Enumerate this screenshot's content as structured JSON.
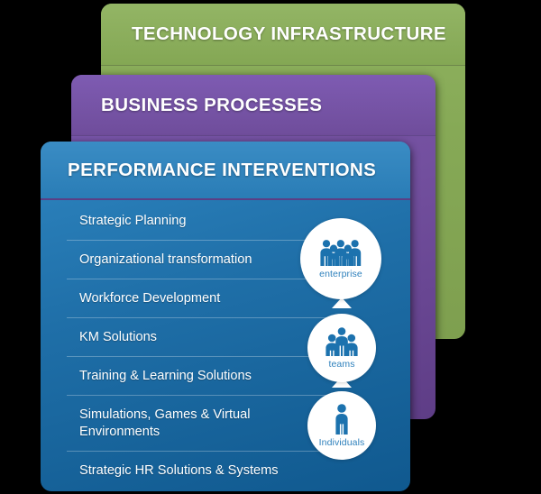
{
  "diagram": {
    "title_stack": [
      "TECHNOLOGY INFRASTRUCTURE",
      "BUSINESS PROCESSES",
      "PERFORMANCE  INTERVENTIONS"
    ],
    "colors": {
      "green": "#86A956",
      "purple": "#73509F",
      "blue": "#2078B0",
      "blue_header": "#2F80BA",
      "bubble_fill": "#FFFFFF",
      "bubble_label": "#2E80BC",
      "icon_blue": "#1C72AE",
      "background": "#000000"
    }
  },
  "cards": {
    "technology": {
      "title": "TECHNOLOGY INFRASTRUCTURE"
    },
    "business": {
      "title": "BUSINESS PROCESSES"
    },
    "performance": {
      "title": "PERFORMANCE  INTERVENTIONS",
      "items": [
        "Strategic Planning",
        "Organizational transformation",
        "Workforce Development",
        "KM Solutions",
        "Training & Learning Solutions",
        "Simulations, Games & Virtual Environments",
        "Strategic HR Solutions & Systems"
      ]
    }
  },
  "scale_bubbles": [
    {
      "label": "enterprise",
      "icon": "group-of-five-people-icon",
      "figures": 5
    },
    {
      "label": "teams",
      "icon": "group-of-three-people-icon",
      "figures": 3
    },
    {
      "label": "Individuals",
      "icon": "single-person-icon",
      "figures": 1
    }
  ]
}
